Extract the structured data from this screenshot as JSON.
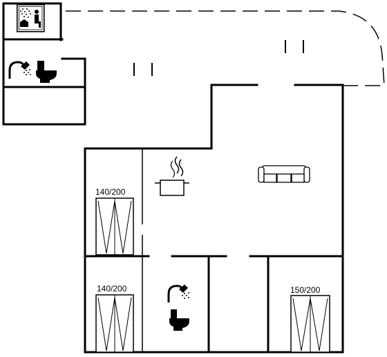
{
  "floorplan": {
    "beds": [
      {
        "label": "140/200"
      },
      {
        "label": "140/200"
      },
      {
        "label": "150/200"
      }
    ],
    "icons": {
      "sauna": "sauna-icon",
      "shower": "shower-icon",
      "toilet": "toilet-icon",
      "kitchen": "cooking-pot-icon",
      "living": "sofa-icon"
    },
    "colors": {
      "wall": "#000000",
      "background": "#ffffff"
    }
  }
}
